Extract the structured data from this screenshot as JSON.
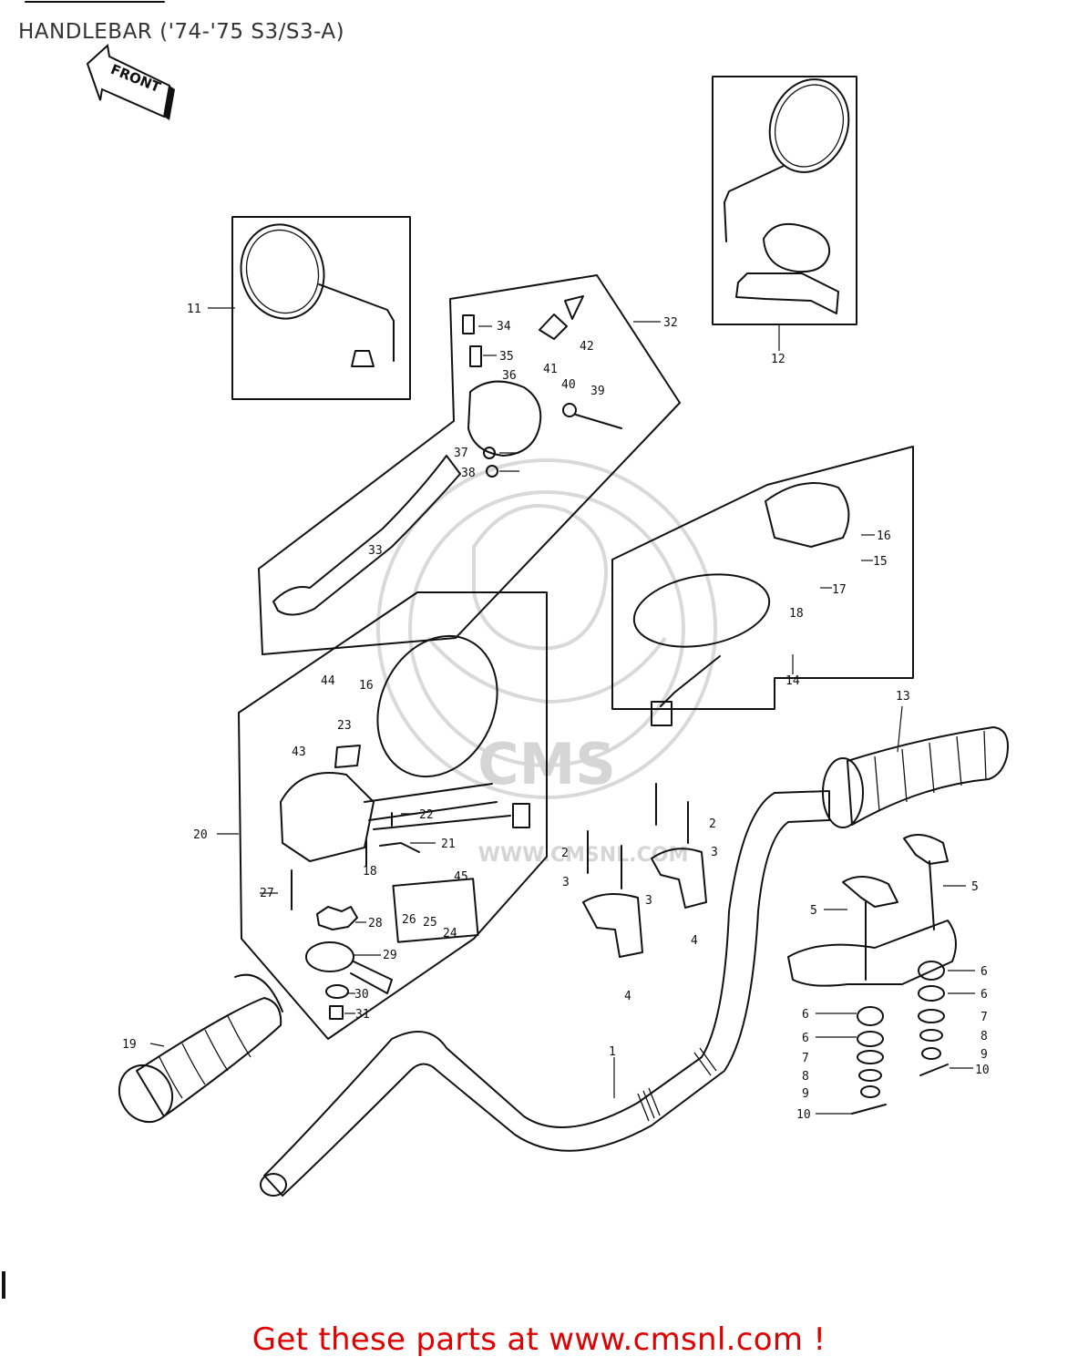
{
  "page": {
    "title": "HANDLEBAR ('74-'75 S3/S3-A)",
    "footer_cta": "Get these parts at www.cmsnl.com !"
  },
  "diagram": {
    "direction_label": "FRONT",
    "watermark": {
      "brand": "CMS",
      "url": "WWW.CMSNL.COM"
    },
    "callouts": [
      {
        "id": "c11",
        "label": "11"
      },
      {
        "id": "c12",
        "label": "12"
      },
      {
        "id": "c32",
        "label": "32"
      },
      {
        "id": "c34",
        "label": "34"
      },
      {
        "id": "c35",
        "label": "35"
      },
      {
        "id": "c36",
        "label": "36"
      },
      {
        "id": "c41",
        "label": "41"
      },
      {
        "id": "c42",
        "label": "42"
      },
      {
        "id": "c40",
        "label": "40"
      },
      {
        "id": "c39",
        "label": "39"
      },
      {
        "id": "c37",
        "label": "37"
      },
      {
        "id": "c38",
        "label": "38"
      },
      {
        "id": "c33",
        "label": "33"
      },
      {
        "id": "c16a",
        "label": "16"
      },
      {
        "id": "c15",
        "label": "15"
      },
      {
        "id": "c17",
        "label": "17"
      },
      {
        "id": "c18a",
        "label": "18"
      },
      {
        "id": "c14",
        "label": "14"
      },
      {
        "id": "c13",
        "label": "13"
      },
      {
        "id": "c44",
        "label": "44"
      },
      {
        "id": "c16b",
        "label": "16"
      },
      {
        "id": "c23",
        "label": "23"
      },
      {
        "id": "c43",
        "label": "43"
      },
      {
        "id": "c20",
        "label": "20"
      },
      {
        "id": "c22",
        "label": "22"
      },
      {
        "id": "c21",
        "label": "21"
      },
      {
        "id": "c18b",
        "label": "18"
      },
      {
        "id": "c45",
        "label": "45"
      },
      {
        "id": "c27",
        "label": "27"
      },
      {
        "id": "c28",
        "label": "28"
      },
      {
        "id": "c26",
        "label": "26"
      },
      {
        "id": "c25",
        "label": "25"
      },
      {
        "id": "c24",
        "label": "24"
      },
      {
        "id": "c29",
        "label": "29"
      },
      {
        "id": "c30",
        "label": "30"
      },
      {
        "id": "c31",
        "label": "31"
      },
      {
        "id": "c19",
        "label": "19"
      },
      {
        "id": "c2a",
        "label": "2"
      },
      {
        "id": "c2b",
        "label": "2"
      },
      {
        "id": "c3a",
        "label": "3"
      },
      {
        "id": "c3b",
        "label": "3"
      },
      {
        "id": "c3c",
        "label": "3"
      },
      {
        "id": "c4a",
        "label": "4"
      },
      {
        "id": "c4b",
        "label": "4"
      },
      {
        "id": "c1",
        "label": "1"
      },
      {
        "id": "c5a",
        "label": "5"
      },
      {
        "id": "c5b",
        "label": "5"
      },
      {
        "id": "c6a",
        "label": "6"
      },
      {
        "id": "c6b",
        "label": "6"
      },
      {
        "id": "c6c",
        "label": "6"
      },
      {
        "id": "c6d",
        "label": "6"
      },
      {
        "id": "c7a",
        "label": "7"
      },
      {
        "id": "c7b",
        "label": "7"
      },
      {
        "id": "c8a",
        "label": "8"
      },
      {
        "id": "c8b",
        "label": "8"
      },
      {
        "id": "c9a",
        "label": "9"
      },
      {
        "id": "c9b",
        "label": "9"
      },
      {
        "id": "c10a",
        "label": "10"
      },
      {
        "id": "c10b",
        "label": "10"
      }
    ]
  }
}
